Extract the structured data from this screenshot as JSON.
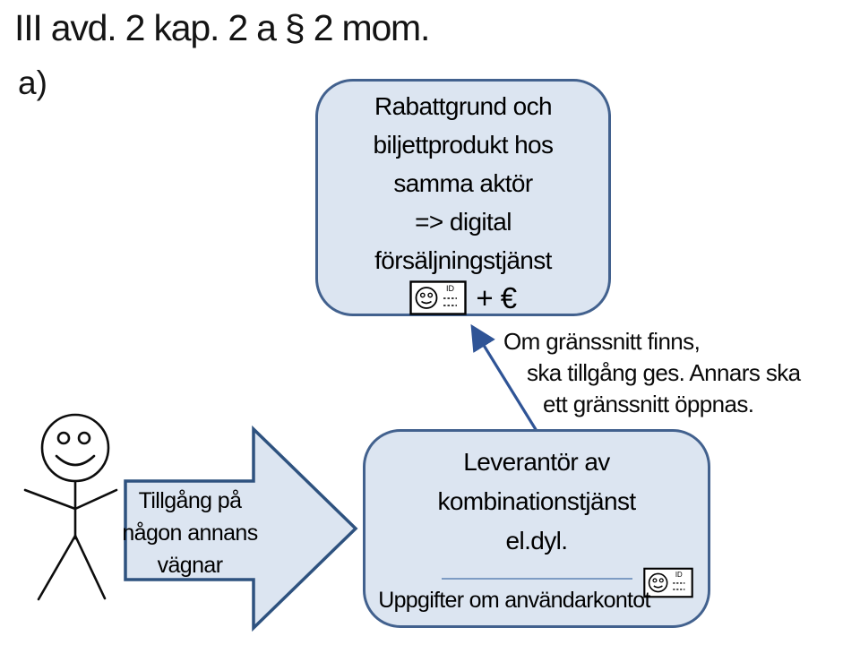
{
  "title": "III avd. 2 kap. 2 a § 2 mom.",
  "section_label": "a)",
  "top_box": {
    "lines": [
      "Rabattgrund och",
      "biljettprodukt hos",
      "samma aktör",
      "=> digital",
      "försäljningstjänst"
    ],
    "price_suffix": "+ €"
  },
  "annotation": {
    "lines": [
      "Om gränssnitt finns,",
      "ska tillgång ges. Annars ska",
      "ett gränssnitt öppnas."
    ]
  },
  "flow_arrow": {
    "lines": [
      "Tillgång på",
      "någon annans",
      "vägnar"
    ]
  },
  "bottom_box": {
    "lines": [
      "Leverantör av",
      "kombinationstjänst",
      "el.dyl."
    ],
    "footer": "Uppgifter om användarkontot"
  },
  "icons": {
    "id_card": "id-card-icon",
    "id_label": "ID",
    "stick_figure": "person-icon",
    "flow_arrow": "right-block-arrow",
    "connector": "up-arrow-connector"
  },
  "colors": {
    "shape_fill": "#dce5f1",
    "shape_border": "#42618e",
    "block_arrow_border": "#2e527f",
    "connector": "#2f5496",
    "divider": "#7e9cc4",
    "text": "#000000"
  }
}
